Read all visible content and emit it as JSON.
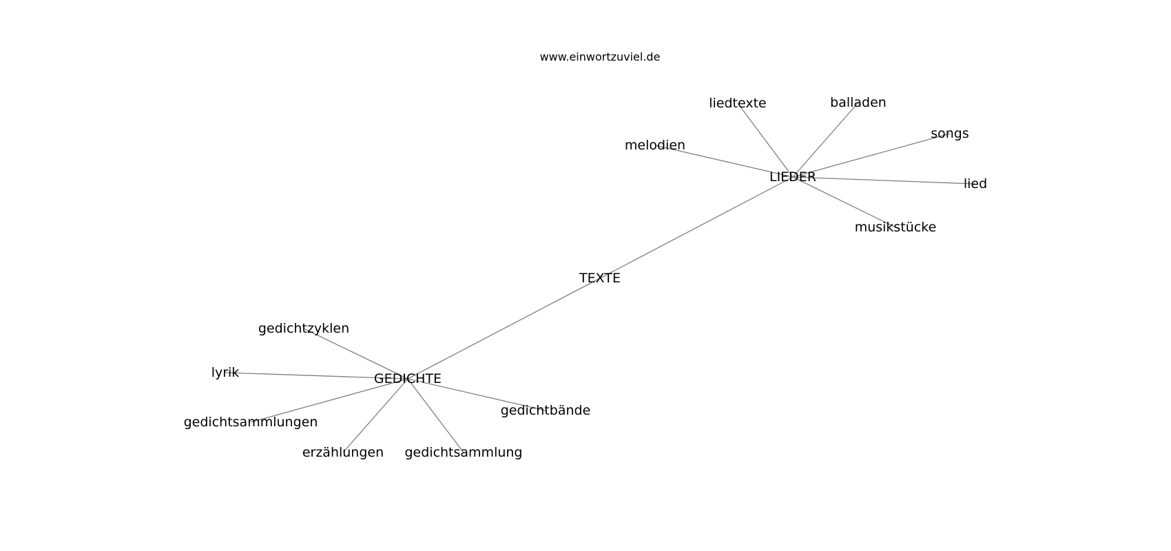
{
  "site": "www.einwortzuviel.de",
  "graph": {
    "nodes": [
      {
        "id": "TEXTE",
        "label": "TEXTE"
      },
      {
        "id": "LIEDER",
        "label": "LIEDER"
      },
      {
        "id": "GEDICHTE",
        "label": "GEDICHTE"
      },
      {
        "id": "liedtexte",
        "label": "liedtexte"
      },
      {
        "id": "balladen",
        "label": "balladen"
      },
      {
        "id": "melodien",
        "label": "melodien"
      },
      {
        "id": "songs",
        "label": "songs"
      },
      {
        "id": "lied",
        "label": "lied"
      },
      {
        "id": "musikstuecke",
        "label": "musikstücke"
      },
      {
        "id": "gedichtzyklen",
        "label": "gedichtzyklen"
      },
      {
        "id": "lyrik",
        "label": "lyrik"
      },
      {
        "id": "gedichtsammlungen",
        "label": "gedichtsammlungen"
      },
      {
        "id": "gedichtbaende",
        "label": "gedichtbände"
      },
      {
        "id": "erzaehlungen",
        "label": "erzählungen"
      },
      {
        "id": "gedichtsammlung",
        "label": "gedichtsammlung"
      }
    ],
    "edges": [
      [
        "TEXTE",
        "LIEDER"
      ],
      [
        "TEXTE",
        "GEDICHTE"
      ],
      [
        "LIEDER",
        "liedtexte"
      ],
      [
        "LIEDER",
        "balladen"
      ],
      [
        "LIEDER",
        "melodien"
      ],
      [
        "LIEDER",
        "songs"
      ],
      [
        "LIEDER",
        "lied"
      ],
      [
        "LIEDER",
        "musikstuecke"
      ],
      [
        "GEDICHTE",
        "gedichtzyklen"
      ],
      [
        "GEDICHTE",
        "lyrik"
      ],
      [
        "GEDICHTE",
        "gedichtsammlungen"
      ],
      [
        "GEDICHTE",
        "gedichtbaende"
      ],
      [
        "GEDICHTE",
        "erzaehlungen"
      ],
      [
        "GEDICHTE",
        "gedichtsammlung"
      ]
    ]
  }
}
